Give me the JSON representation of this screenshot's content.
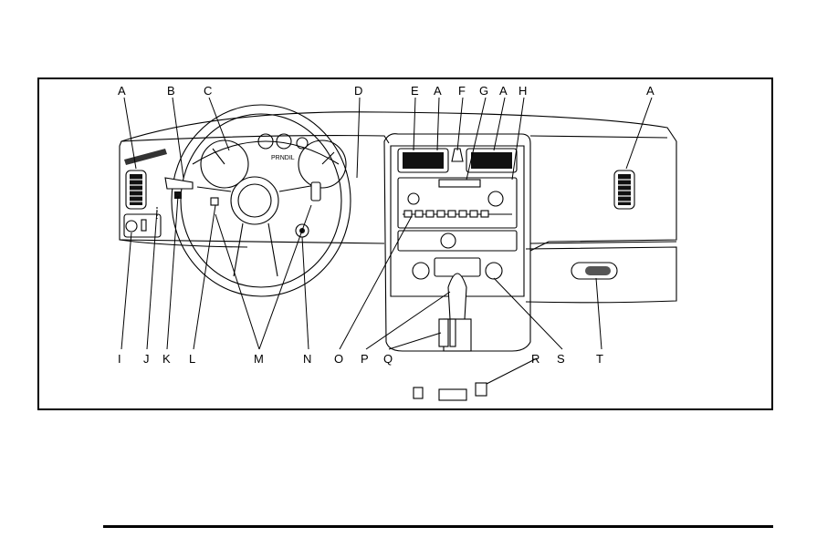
{
  "diagram": {
    "labels_top": [
      {
        "id": "A1",
        "text": "A"
      },
      {
        "id": "B",
        "text": "B"
      },
      {
        "id": "C",
        "text": "C"
      },
      {
        "id": "D",
        "text": "D"
      },
      {
        "id": "E",
        "text": "E"
      },
      {
        "id": "A2",
        "text": "A"
      },
      {
        "id": "F",
        "text": "F"
      },
      {
        "id": "G",
        "text": "G"
      },
      {
        "id": "A3",
        "text": "A"
      },
      {
        "id": "H",
        "text": "H"
      },
      {
        "id": "A4",
        "text": "A"
      }
    ],
    "labels_bottom": [
      {
        "id": "I",
        "text": "I"
      },
      {
        "id": "J",
        "text": "J"
      },
      {
        "id": "K",
        "text": "K"
      },
      {
        "id": "L",
        "text": "L"
      },
      {
        "id": "M",
        "text": "M"
      },
      {
        "id": "N",
        "text": "N"
      },
      {
        "id": "O",
        "text": "O"
      },
      {
        "id": "P",
        "text": "P"
      },
      {
        "id": "Q",
        "text": "Q"
      },
      {
        "id": "R",
        "text": "R"
      },
      {
        "id": "S",
        "text": "S"
      },
      {
        "id": "T",
        "text": "T"
      }
    ],
    "gear_indicator": "PRNDIL"
  }
}
